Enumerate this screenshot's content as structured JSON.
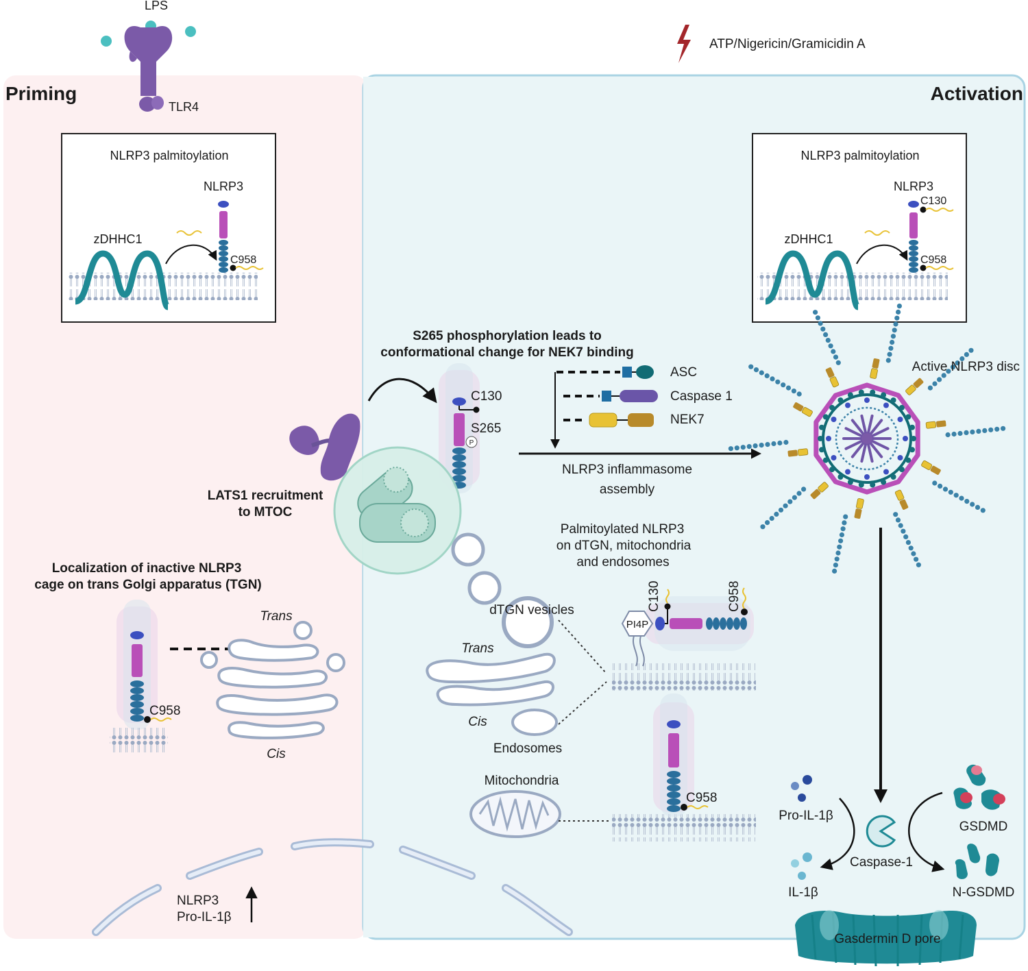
{
  "colors": {
    "priming_bg": "#fdf0f1",
    "activation_bg": "#eaf5f7",
    "activation_border": "#a9d3e3",
    "teal": "#1f8a95",
    "dark_teal": "#116b74",
    "magenta": "#b94fb8",
    "navy": "#3c4fc0",
    "blue_beads": "#2a6f9c",
    "purple": "#7b5aa8",
    "yellow": "#e8c234",
    "brown": "#b88a2a",
    "membrane": "#9aa9c2",
    "nek7_red": "#a3262a"
  },
  "top": {
    "lps_label": "LPS",
    "tlr4_label": "TLR4",
    "stimulus_label": "ATP/Nigericin/Gramicidin A"
  },
  "panels": {
    "priming_title": "Priming",
    "activation_title": "Activation"
  },
  "palm_box_left": {
    "title": "NLRP3 palmitoylation",
    "nlrp3": "NLRP3",
    "enzyme": "zDHHC1",
    "site": "C958"
  },
  "palm_box_right": {
    "title": "NLRP3 palmitoylation",
    "nlrp3": "NLRP3",
    "enzyme": "zDHHC1",
    "site1": "C130",
    "site2": "C958"
  },
  "center": {
    "phospho_line1": "S265 phosphorylation leads to",
    "phospho_line2": "conformational change for NEK7 binding",
    "c130": "C130",
    "s265": "S265",
    "p_mark": "P",
    "lats1_line1": "LATS1 recruitment",
    "lats1_line2": "to MTOC"
  },
  "assembly": {
    "asc": "ASC",
    "caspase1": "Caspase 1",
    "nek7": "NEK7",
    "line1": "NLRP3 inflammasome",
    "line2": "assembly",
    "disc_label": "Active NLRP3 disc"
  },
  "localization": {
    "line1": "Localization of inactive NLRP3",
    "line2": "cage on trans Golgi apparatus (TGN)",
    "site": "C958",
    "trans": "Trans",
    "cis": "Cis"
  },
  "palmitoylated": {
    "line1": "Palmitoylated NLRP3",
    "line2": "on dTGN, mitochondria",
    "line3": "and endosomes",
    "dtgn": "dTGN vesicles",
    "trans": "Trans",
    "cis": "Cis",
    "endosomes": "Endosomes",
    "mitochondria": "Mitochondria",
    "pi4p": "PI4P",
    "c130": "C130",
    "c958": "C958",
    "c958_lower": "C958"
  },
  "pyroptosis": {
    "pro_il1b": "Pro-IL-1β",
    "il1b": "IL-1β",
    "caspase": "Caspase-1",
    "gsdmd": "GSDMD",
    "ngsdmd": "N-GSDMD",
    "pore": "Gasdermin D pore"
  },
  "nucleus": {
    "line1": "NLRP3",
    "line2": "Pro-IL-1β"
  }
}
